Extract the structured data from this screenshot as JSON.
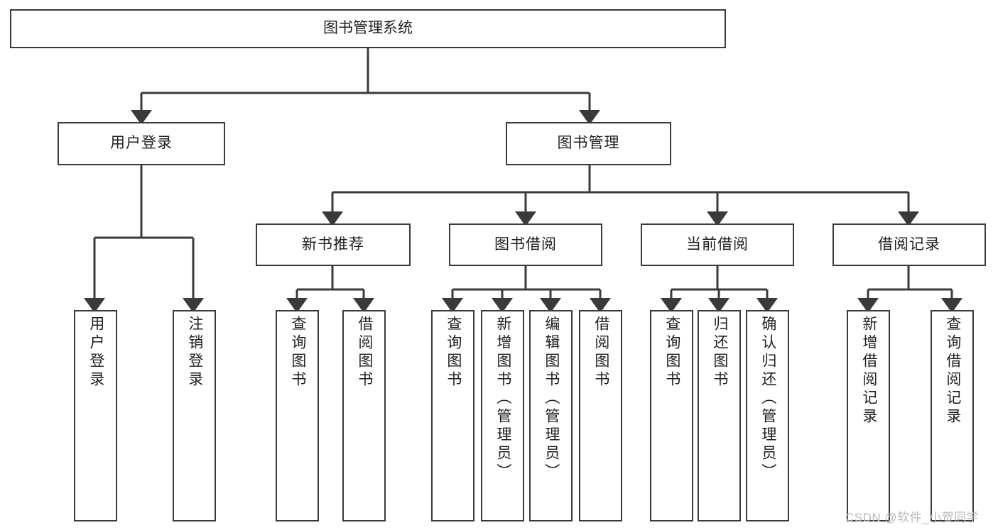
{
  "diagram": {
    "title": "图书管理系统",
    "type": "hierarchy-tree",
    "root": {
      "label": "图书管理系统"
    },
    "level1": [
      {
        "label": "用户登录"
      },
      {
        "label": "图书管理"
      }
    ],
    "level2": [
      {
        "label": "新书推荐"
      },
      {
        "label": "图书借阅"
      },
      {
        "label": "当前借阅"
      },
      {
        "label": "借阅记录"
      }
    ],
    "leaves": {
      "user_login": [
        {
          "label": "用户登录"
        },
        {
          "label": "注销登录"
        }
      ],
      "new_book_recommend": [
        {
          "label": "查询图书"
        },
        {
          "label": "借阅图书"
        }
      ],
      "book_borrow": [
        {
          "label": "查询图书"
        },
        {
          "label": "新增图书（管理员）"
        },
        {
          "label": "编辑图书（管理员）"
        },
        {
          "label": "借阅图书"
        }
      ],
      "current_borrow": [
        {
          "label": "查询图书"
        },
        {
          "label": "归还图书"
        },
        {
          "label": "确认归还（管理员）"
        }
      ],
      "borrow_record": [
        {
          "label": "新增借阅记录"
        },
        {
          "label": "查询借阅记录"
        }
      ]
    }
  },
  "watermark": {
    "text": "CSDN @软件_小贺同学"
  },
  "colors": {
    "border": "#3a3a3a",
    "background": "#ffffff",
    "text": "#1f1f1f",
    "watermark": "#b9b9b9"
  }
}
